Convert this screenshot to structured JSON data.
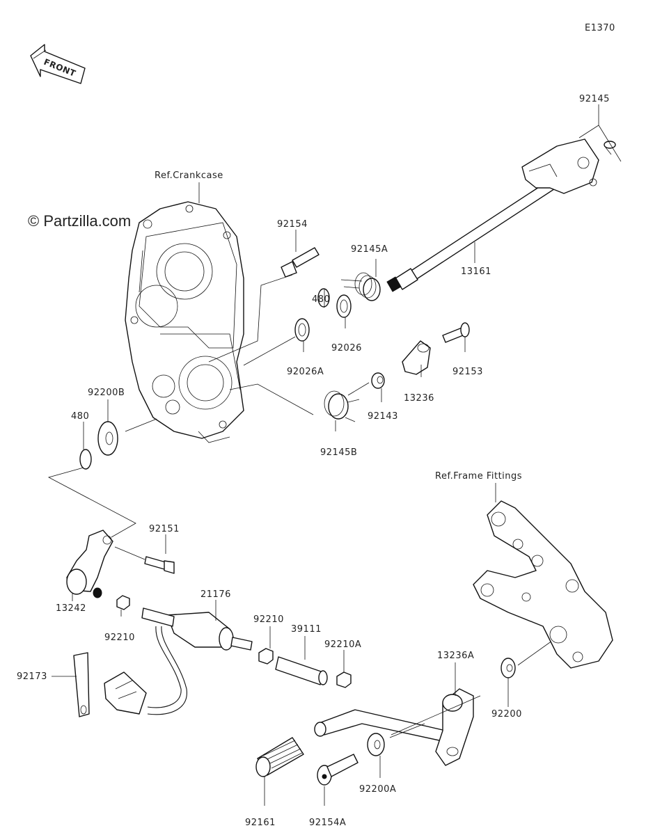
{
  "diagram": {
    "code": "E1370",
    "front_label": "FRONT",
    "watermark": "© Partzilla.com",
    "refs": {
      "crankcase": "Ref.Crankcase",
      "frame_fittings": "Ref.Frame Fittings"
    },
    "parts": {
      "p92145": "92145",
      "p13161": "13161",
      "p92145A": "92145A",
      "p92154": "92154",
      "p480a": "480",
      "p92026": "92026",
      "p92026A": "92026A",
      "p92153": "92153",
      "p13236": "13236",
      "p92143": "92143",
      "p92145B": "92145B",
      "p92200B": "92200B",
      "p480b": "480",
      "p92151": "92151",
      "p13242": "13242",
      "p92210a": "92210",
      "p21176": "21176",
      "p92210b": "92210",
      "p39111": "39111",
      "p92210A": "92210A",
      "p13236A": "13236A",
      "p92173": "92173",
      "p92200": "92200",
      "p92200A": "92200A",
      "p92161": "92161",
      "p92154A": "92154A"
    }
  }
}
